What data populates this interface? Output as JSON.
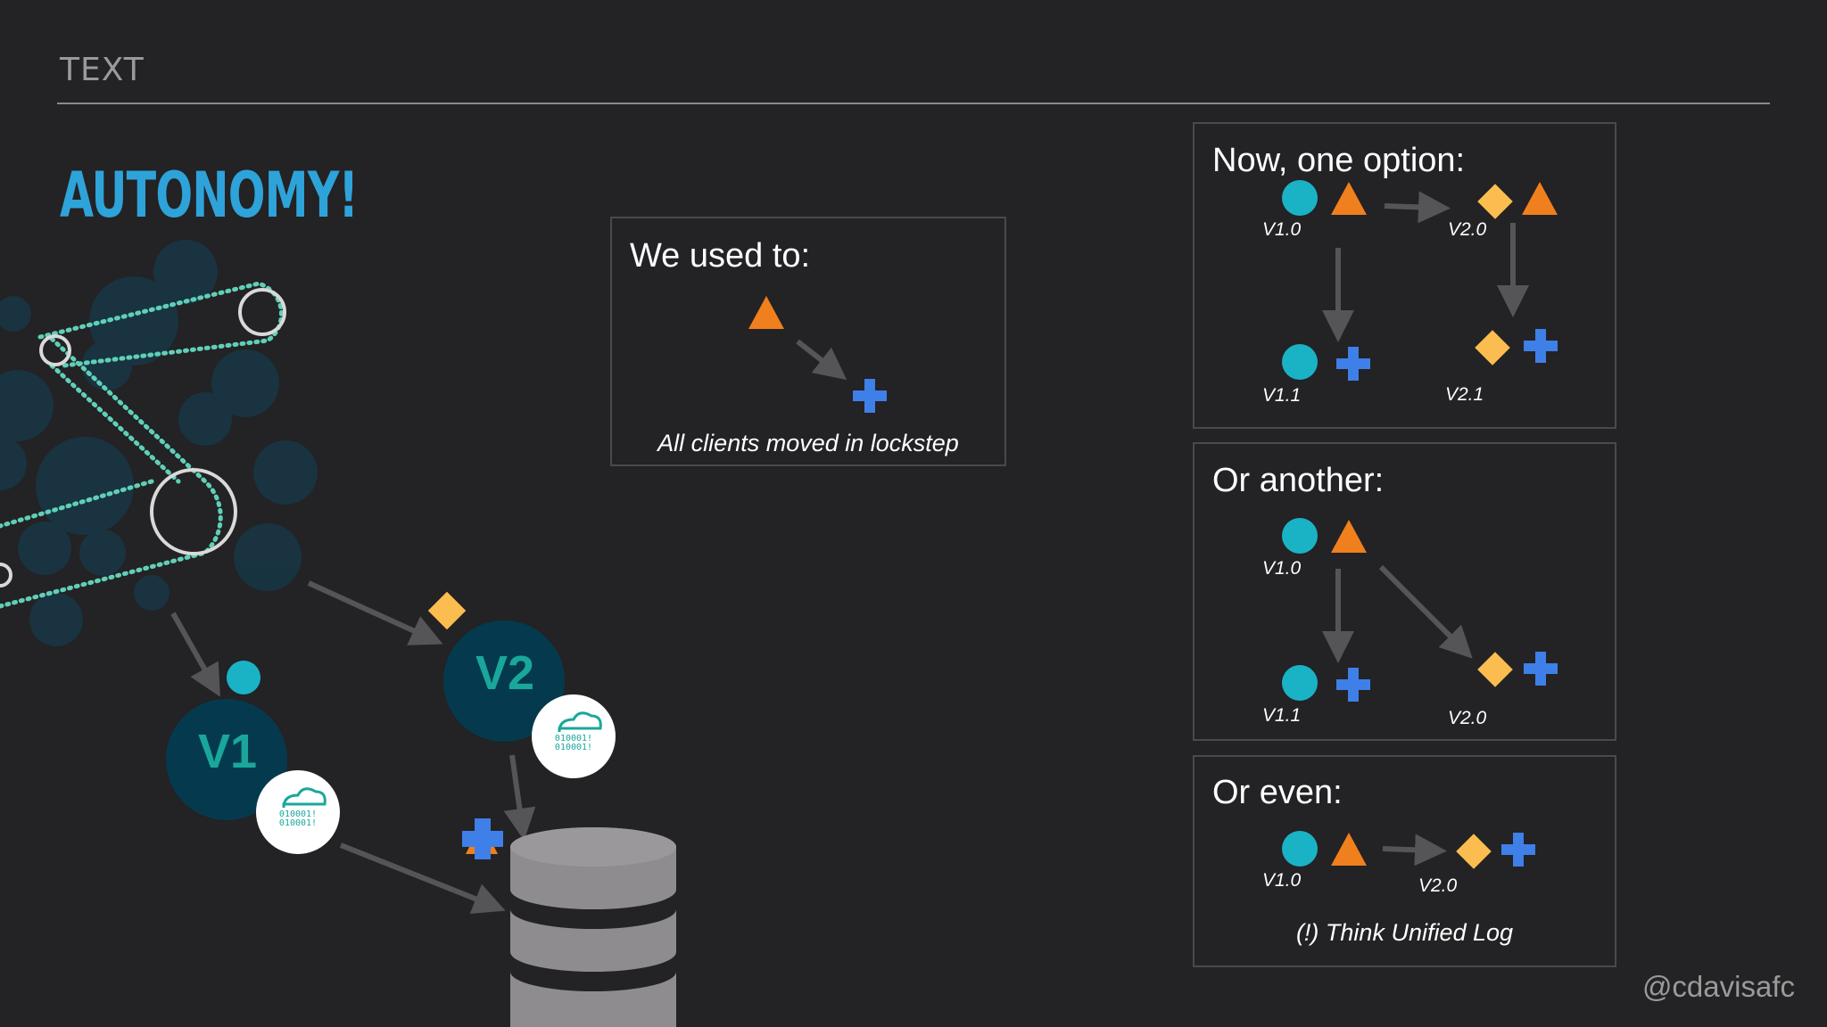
{
  "header": {
    "section_label": "TEXT",
    "title": "AUTONOMY!"
  },
  "left_diagram": {
    "v1_label": "V1",
    "v2_label": "V2",
    "cloud_text_line1": "010001!",
    "cloud_text_line2": "010001!"
  },
  "box_used": {
    "title": "We used to:",
    "caption": "All clients moved in lockstep"
  },
  "box_option": {
    "title": "Now, one option:",
    "v10": "V1.0",
    "v20": "V2.0",
    "v11": "V1.1",
    "v21": "V2.1"
  },
  "box_another": {
    "title": "Or another:",
    "v10": "V1.0",
    "v11": "V1.1",
    "v20": "V2.0"
  },
  "box_even": {
    "title": "Or even:",
    "v10": "V1.0",
    "v20": "V2.0",
    "caption": "(!) Think Unified Log"
  },
  "footer": {
    "handle": "@cdavisafc"
  },
  "colors": {
    "circle": "#1ab3c6",
    "triangle": "#f07f1d",
    "diamond": "#fbbd4f",
    "plus": "#3f7fe8",
    "arrow": "#555456",
    "accent": "#2ea3da"
  }
}
